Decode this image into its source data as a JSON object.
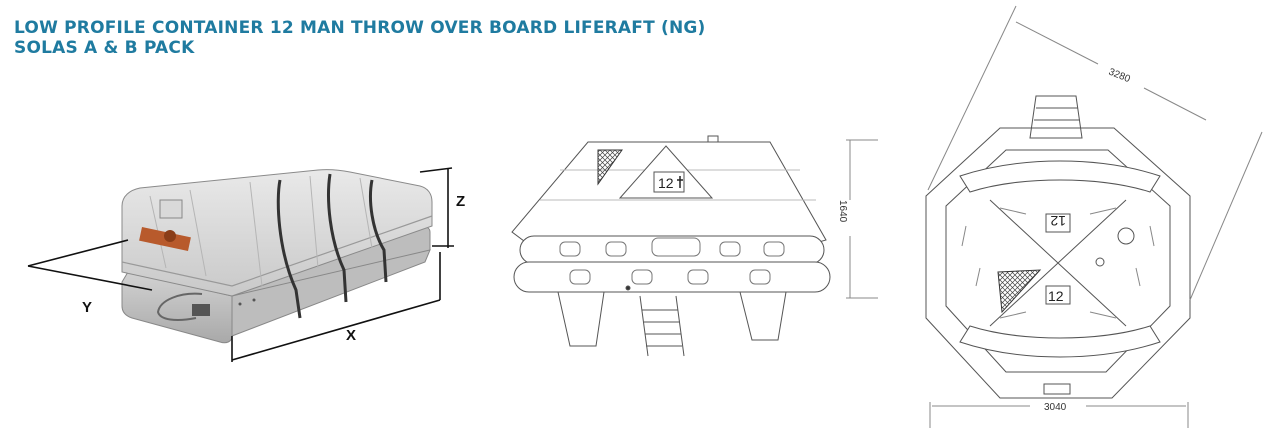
{
  "header": {
    "title_line1": "LOW PROFILE CONTAINER 12 MAN THROW OVER BOARD LIFERAFT (NG)",
    "title_line2": "SOLAS A & B PACK",
    "color": "#1f7ba0"
  },
  "container_view": {
    "axis_x": "X",
    "axis_y": "Y",
    "axis_z": "Z"
  },
  "side_view": {
    "height_dim": "1640",
    "capacity_mark": "12"
  },
  "top_view": {
    "diagonal_dim": "3280",
    "width_dim": "3040",
    "capacity_mark_top": "12",
    "capacity_mark_bottom": "12"
  }
}
